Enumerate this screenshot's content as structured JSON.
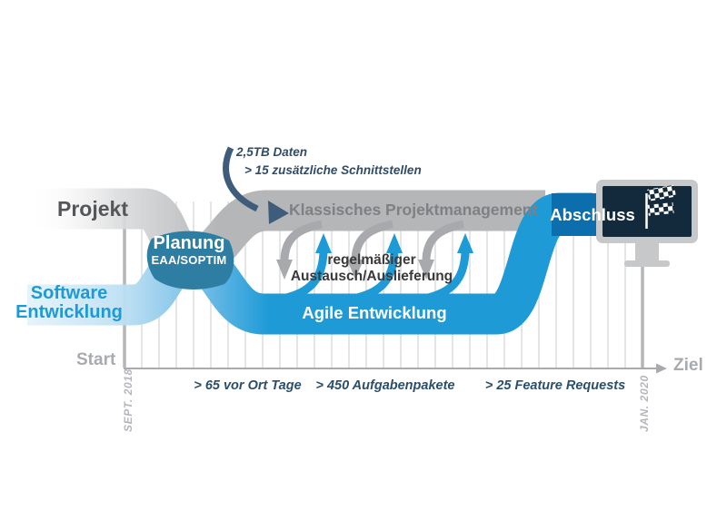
{
  "streams": {
    "projekt_label": "Projekt",
    "software_label_line1": "Software",
    "software_label_line2": "Entwicklung",
    "planung_label": "Planung",
    "planung_sublabel": "EAA/SOPTIM",
    "klassisch_label": "Klassisches Projektmanagement",
    "agile_label": "Agile Entwicklung",
    "austausch_label": "regelmäßiger Austausch/Auslieferung",
    "abschluss_label": "Abschluss"
  },
  "annotation": {
    "line1": "2,5TB Daten",
    "line2": "> 15 zusätzliche Schnittstellen"
  },
  "timeline": {
    "start_label": "Start",
    "end_label": "Ziel",
    "start_date": "SEPT. 2018",
    "end_date": "JAN. 2020",
    "tick_count": 31,
    "milestones": [
      "> 65 vor Ort Tage",
      "> 450 Aufgabenpakete",
      "> 25 Feature Requests"
    ]
  },
  "icons": {
    "finish_monitor": "monitor-with-checkered-flag-icon"
  },
  "colors": {
    "blue": "#1E9BD7",
    "light_blue": "#BCDFF3",
    "dark_blue": "#0D6EAE",
    "teal": "#2E7DA3",
    "gray_band": "#B4B6B8",
    "gray_arrow": "#A7A9AC",
    "navy_screen": "#13293C",
    "slate_arrow": "#3F5C7A",
    "axis_gray": "#A8AAAD"
  }
}
